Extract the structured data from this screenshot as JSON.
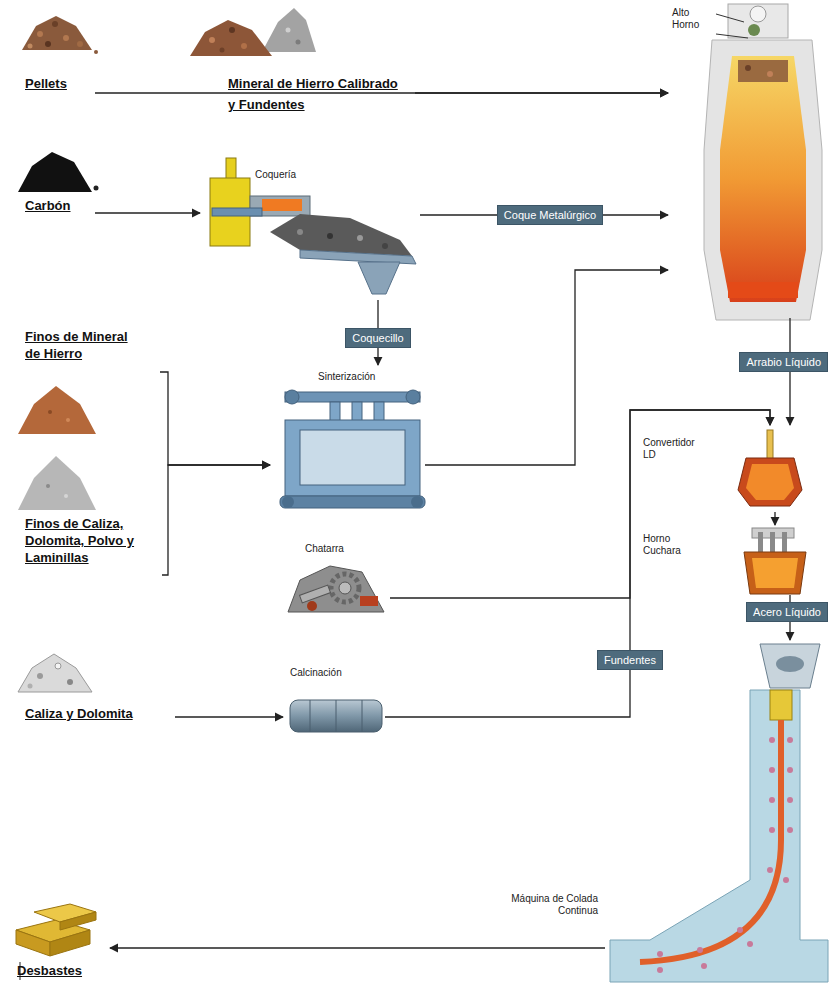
{
  "diagram": {
    "nodes": [
      {
        "text": [
          "Pellets"
        ]
      },
      {
        "text": [
          "Mineral de Hierro Calibrado y Fundentes"
        ]
      },
      {
        "text": [
          "Carbón"
        ]
      },
      {
        "text": [
          "Coquería"
        ]
      },
      {
        "text": [
          "Finos de Mineral de Hierro"
        ]
      },
      {
        "text": [
          "Sinterización"
        ]
      },
      {
        "text": [
          "Finos de Caliza, Dolomita, Polvo y Laminillas"
        ]
      },
      {
        "text": [
          "Chatarra"
        ]
      },
      {
        "text": [
          "Caliza y Dolomita"
        ]
      },
      {
        "text": [
          "Calcinación"
        ]
      },
      {
        "text": [
          "Alto Horno"
        ]
      },
      {
        "text": [
          "Convertidor LD"
        ]
      },
      {
        "text": [
          "Horno Cuchara"
        ]
      },
      {
        "text": [
          "Máquina de Colada Continua"
        ]
      },
      {
        "text": [
          "Desbastes"
        ]
      }
    ],
    "edges": [
      {
        "from": 0,
        "to": 10,
        "arrow": "to"
      },
      {
        "from": 1,
        "to": 10,
        "arrow": "to"
      },
      {
        "from": 2,
        "to": 3,
        "arrow": "to"
      },
      {
        "from": 3,
        "to": 10,
        "label": "Coque Metalúrgico",
        "arrow": "to"
      },
      {
        "from": 3,
        "to": 5,
        "label": "Coquecillo",
        "arrow": "to"
      },
      {
        "from": 4,
        "to": 5,
        "arrow": "to"
      },
      {
        "from": 6,
        "to": 5,
        "arrow": "to"
      },
      {
        "from": 5,
        "to": 10,
        "arrow": "to"
      },
      {
        "from": 10,
        "to": 11,
        "label": "Arrabio Líquido",
        "arrow": "to"
      },
      {
        "from": 7,
        "to": 11,
        "arrow": "to"
      },
      {
        "from": 8,
        "to": 9,
        "arrow": "to"
      },
      {
        "from": 9,
        "to": 11,
        "label": "Fundentes",
        "arrow": "to"
      },
      {
        "from": 11,
        "to": 12,
        "arrow": "to"
      },
      {
        "from": 12,
        "to": 13,
        "label": "Acero Líquido",
        "arrow": "to"
      },
      {
        "from": 13,
        "to": 14,
        "arrow": "to"
      }
    ]
  }
}
